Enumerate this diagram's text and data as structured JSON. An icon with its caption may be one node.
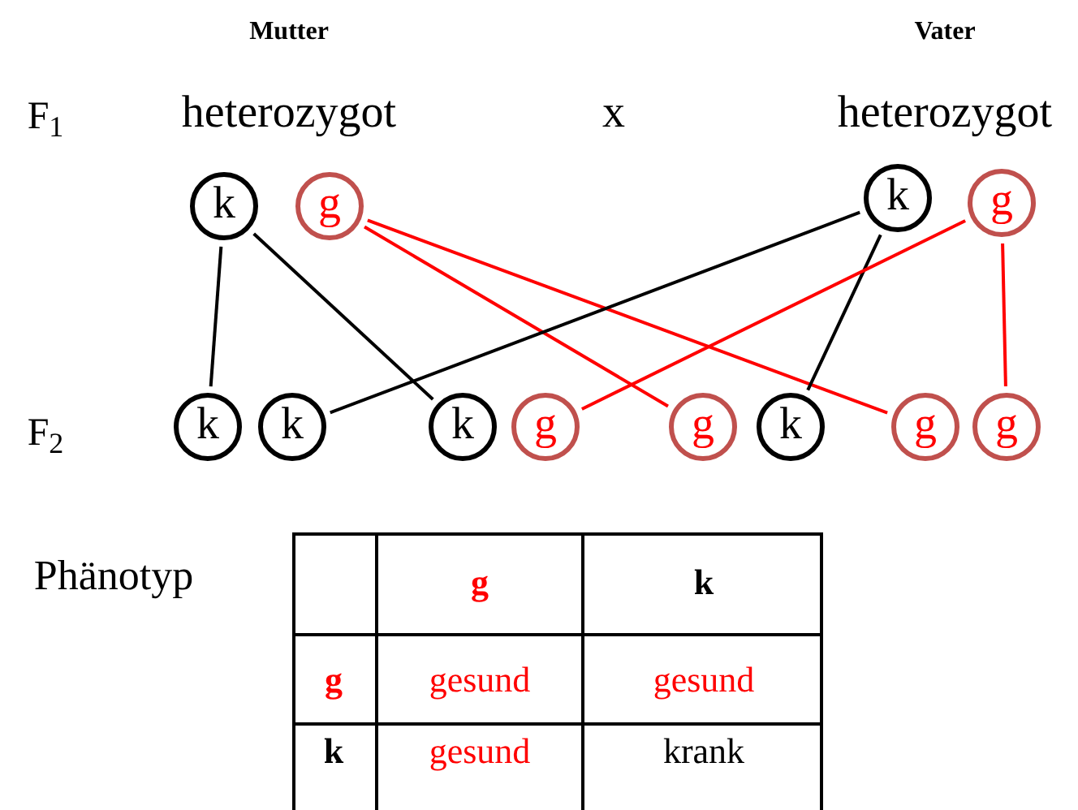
{
  "diagram": {
    "nodes": [
      {
        "text": [
          "k"
        ]
      },
      {
        "text": [
          "g"
        ]
      },
      {
        "text": [
          "k"
        ]
      },
      {
        "text": [
          "g"
        ]
      },
      {
        "text": [
          "k"
        ]
      },
      {
        "text": [
          "k"
        ]
      },
      {
        "text": [
          "k"
        ]
      },
      {
        "text": [
          "g"
        ]
      },
      {
        "text": [
          "g"
        ]
      },
      {
        "text": [
          "k"
        ]
      },
      {
        "text": [
          "g"
        ]
      },
      {
        "text": [
          "g"
        ]
      }
    ],
    "edges": [
      {
        "from": 0,
        "to": 4,
        "arrow": "none"
      },
      {
        "from": 0,
        "to": 6,
        "arrow": "none"
      },
      {
        "from": 1,
        "to": 8,
        "arrow": "none",
        "color": "#ff0000"
      },
      {
        "from": 1,
        "to": 10,
        "arrow": "none",
        "color": "#ff0000"
      },
      {
        "from": 2,
        "to": 5,
        "arrow": "none"
      },
      {
        "from": 2,
        "to": 9,
        "arrow": "none"
      },
      {
        "from": 3,
        "to": 7,
        "arrow": "none",
        "color": "#ff0000"
      },
      {
        "from": 3,
        "to": 11,
        "arrow": "none",
        "color": "#ff0000"
      }
    ],
    "labels": [
      "Mutter",
      "Vater",
      "F$_{1}$",
      "heterozygot",
      "x",
      "heterozygot",
      "F$_{2}$",
      "Phänotyp",
      "g",
      "k",
      "g",
      "gesund",
      "gesund",
      "k",
      "gesund",
      "krank"
    ]
  }
}
